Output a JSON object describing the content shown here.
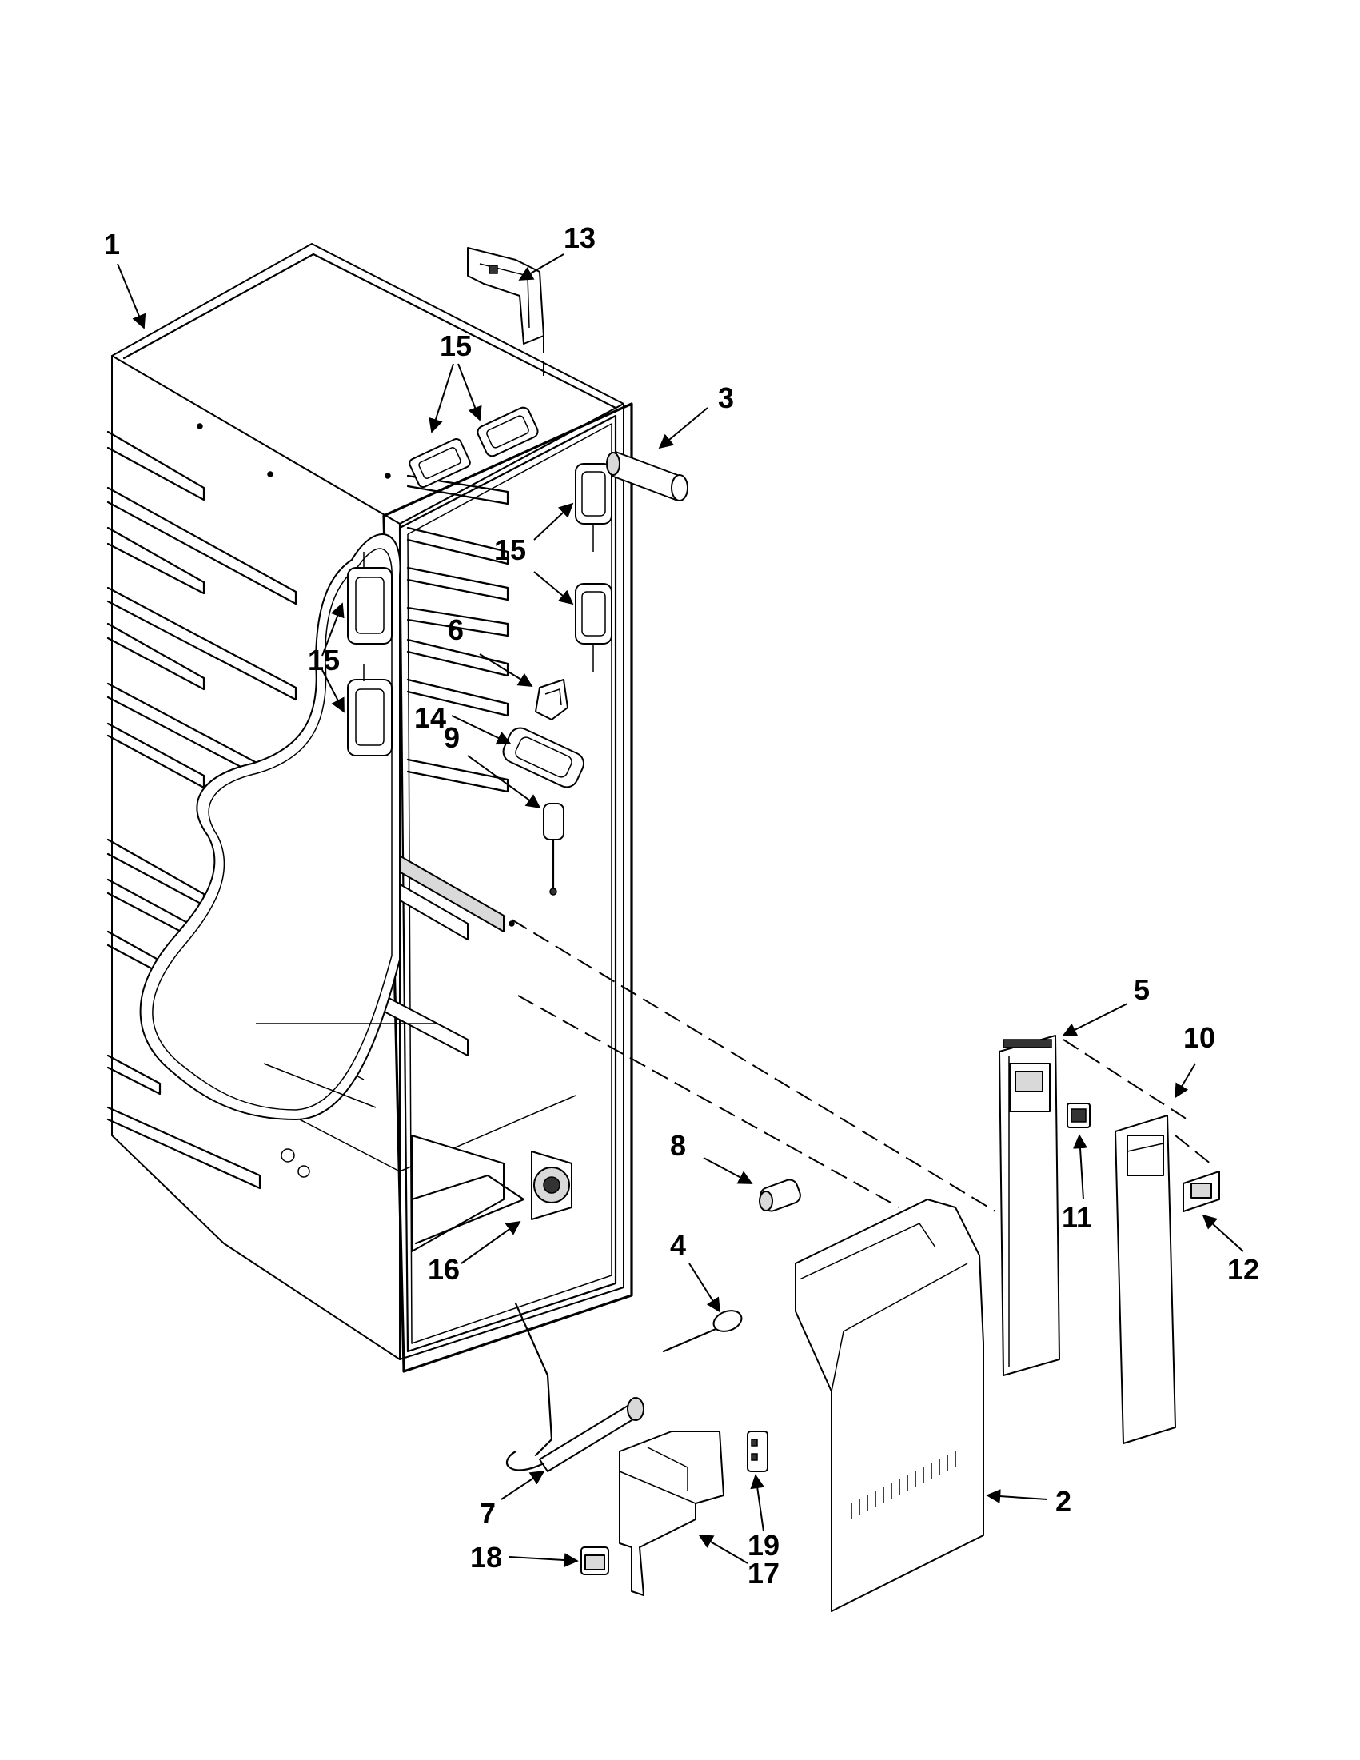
{
  "callouts": [
    {
      "id": "1",
      "label": "1"
    },
    {
      "id": "2",
      "label": "2"
    },
    {
      "id": "3",
      "label": "3"
    },
    {
      "id": "4",
      "label": "4"
    },
    {
      "id": "5",
      "label": "5"
    },
    {
      "id": "6",
      "label": "6"
    },
    {
      "id": "7",
      "label": "7"
    },
    {
      "id": "8",
      "label": "8"
    },
    {
      "id": "9",
      "label": "9"
    },
    {
      "id": "10",
      "label": "10"
    },
    {
      "id": "11",
      "label": "11"
    },
    {
      "id": "12",
      "label": "12"
    },
    {
      "id": "13",
      "label": "13"
    },
    {
      "id": "14",
      "label": "14"
    },
    {
      "id": "15a",
      "label": "15"
    },
    {
      "id": "15b",
      "label": "15"
    },
    {
      "id": "15c",
      "label": "15"
    },
    {
      "id": "16",
      "label": "16"
    },
    {
      "id": "17",
      "label": "17"
    },
    {
      "id": "18",
      "label": "18"
    },
    {
      "id": "19",
      "label": "19"
    }
  ]
}
